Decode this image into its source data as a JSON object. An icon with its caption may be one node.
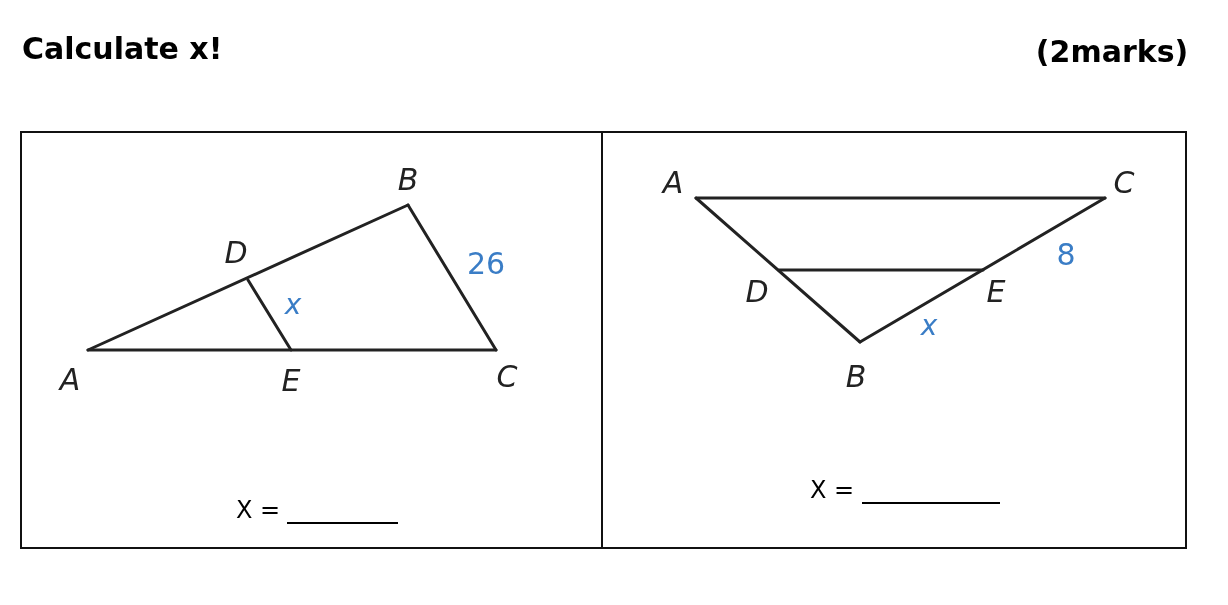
{
  "diagram": {
    "title": "Calculate x!",
    "labels": [
      "(2marks)",
      "B",
      "D",
      "26",
      "x",
      "A",
      "E",
      "C",
      "X =",
      "A",
      "C",
      "8",
      "D",
      "E",
      "x",
      "B",
      "X ="
    ]
  }
}
